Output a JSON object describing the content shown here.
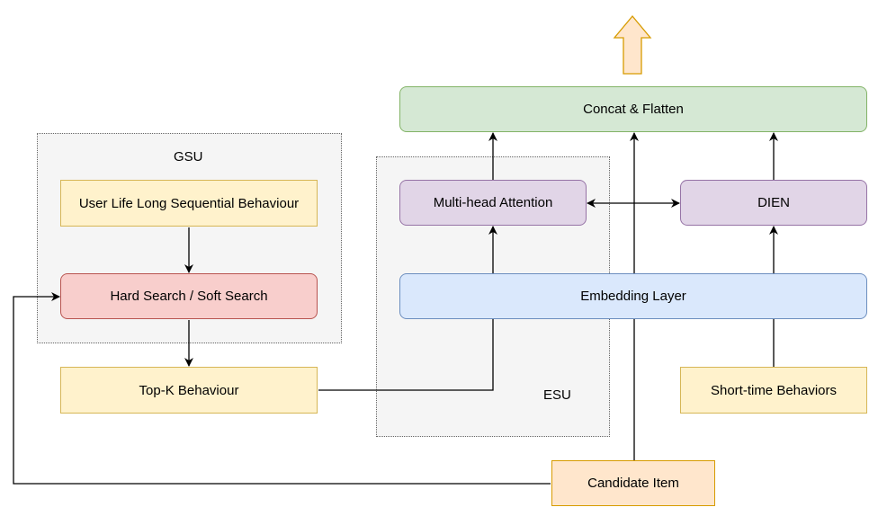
{
  "groups": {
    "gsu": "GSU",
    "esu": "ESU"
  },
  "nodes": {
    "concat_flatten": "Concat & Flatten",
    "user_life_long": "User Life Long Sequential Behaviour",
    "hard_soft_search": "Hard Search / Soft Search",
    "top_k": "Top-K Behaviour",
    "multi_head_attention": "Multi-head Attention",
    "dien": "DIEN",
    "embedding_layer": "Embedding Layer",
    "short_time": "Short-time Behaviors",
    "candidate_item": "Candidate Item"
  },
  "colors": {
    "yellow_fill": "#fff2cc",
    "red_fill": "#f8cecc",
    "green_fill": "#d5e8d4",
    "purple_fill": "#e1d5e7",
    "blue_fill": "#dae8fc",
    "orange_fill": "#ffe6cc",
    "output_arrow_fill": "#ffe6cc",
    "output_arrow_stroke": "#d79b00"
  }
}
